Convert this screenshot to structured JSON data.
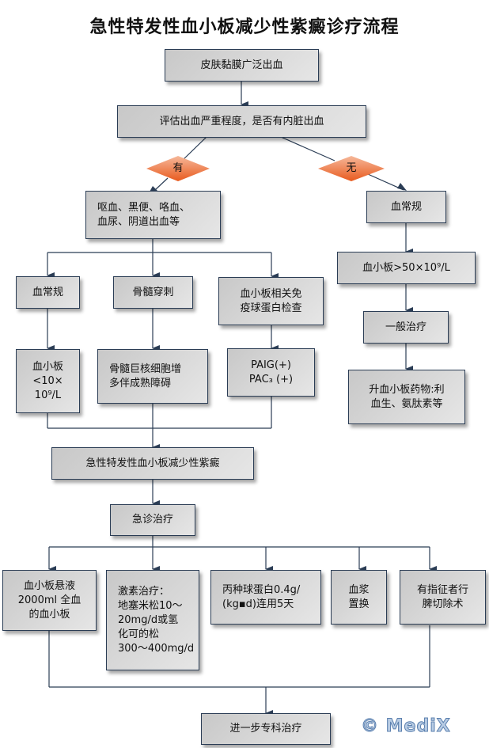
{
  "title": "急性特发性血小板减少性紫癜诊疗流程",
  "nodes": {
    "start": "皮肤黏膜广泛出血",
    "assess": "评估出血严重程度，是否有内脏出血",
    "yes_decision": "有",
    "no_decision": "无",
    "visceral_bleeding": "呕血、黑便、咯血、\n血尿、阴道出血等",
    "blood_routine_left": "血常规",
    "bone_marrow": "骨髓穿刺",
    "antibody_test": "血小板相关免\n疫球蛋白检查",
    "platelet_low": "血小板\n<10×\n10⁹/L",
    "marrow_result": "骨髓巨核细胞增\n多伴成熟障碍",
    "paig_result": "PAIG(+)\nPAC₃ (+)",
    "blood_routine_right": "血常规",
    "platelet_high": "血小板>50×10⁹/L",
    "general_treatment": "一般治疗",
    "platelet_drugs": "升血小板药物:利\n血生、氨肽素等",
    "diagnosis": "急性特发性血小板减少性紫癜",
    "emergency": "急诊治疗",
    "platelet_transfusion": "血小板悬液\n2000ml 全血\n的血小板",
    "steroid": "激素治疗：\n地塞米松10～\n   20mg/d或氢\n   化可的松\n300～400mg/d",
    "ivig": "丙种球蛋白0.4g/\n(kg▪d)连用5天",
    "plasma_exchange": "血浆\n置换",
    "splenectomy": "有指征者行\n脾切除术",
    "further": "进一步专科治疗"
  },
  "watermark": "© MediX",
  "colors": {
    "box_border": "#2b3d55",
    "line": "#2b3d55",
    "diamond_top": "#f6b89a",
    "diamond_bottom": "#e85a1e"
  }
}
